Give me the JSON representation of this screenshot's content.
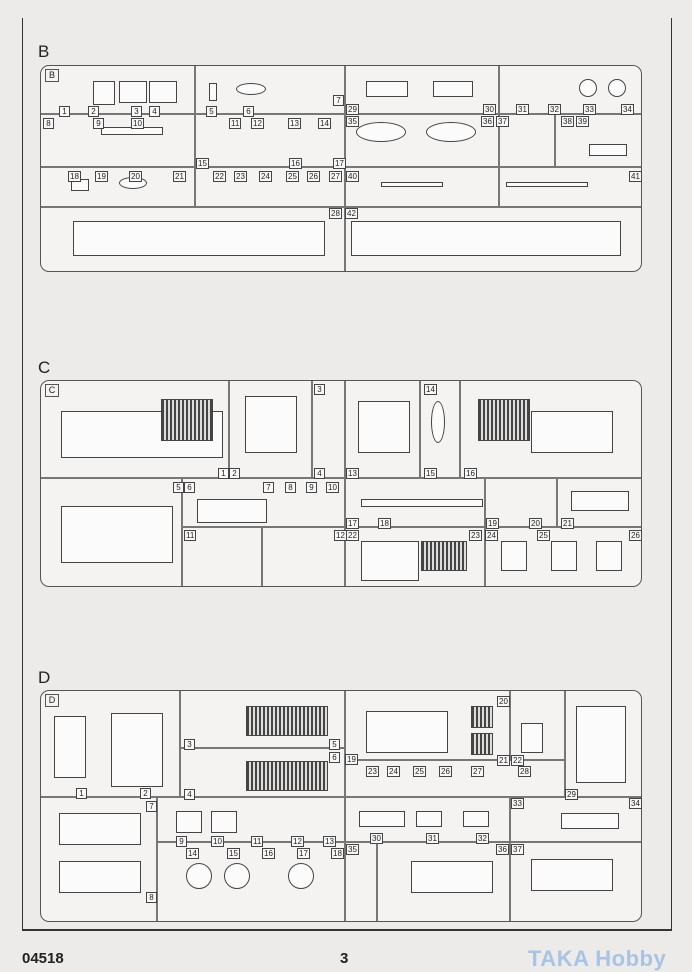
{
  "sections": [
    {
      "letter": "B",
      "tag": "B",
      "parts": [
        "1",
        "2",
        "3",
        "4",
        "5",
        "6",
        "7",
        "29",
        "30",
        "31",
        "32",
        "33",
        "34",
        "8",
        "9",
        "10",
        "11",
        "12",
        "13",
        "14",
        "15",
        "16",
        "17",
        "35",
        "36",
        "37",
        "38",
        "39",
        "18",
        "19",
        "20",
        "21",
        "22",
        "23",
        "24",
        "25",
        "26",
        "27",
        "40",
        "41",
        "28",
        "42"
      ]
    },
    {
      "letter": "C",
      "tag": "C",
      "parts": [
        "1",
        "2",
        "3",
        "4",
        "13",
        "14",
        "15",
        "16",
        "5",
        "6",
        "7",
        "8",
        "9",
        "10",
        "17",
        "18",
        "19",
        "20",
        "21",
        "11",
        "12",
        "22",
        "23",
        "24",
        "25",
        "26"
      ]
    },
    {
      "letter": "D",
      "tag": "D",
      "parts": [
        "1",
        "2",
        "3",
        "4",
        "5",
        "6",
        "19",
        "20",
        "21",
        "22",
        "29",
        "23",
        "24",
        "25",
        "26",
        "27",
        "28",
        "7",
        "8",
        "9",
        "10",
        "11",
        "12",
        "13",
        "14",
        "15",
        "16",
        "17",
        "18",
        "30",
        "31",
        "32",
        "33",
        "34",
        "35",
        "36",
        "37"
      ]
    }
  ],
  "footer": {
    "code": "04518",
    "page": "3",
    "watermark": "TAKA Hobby"
  }
}
